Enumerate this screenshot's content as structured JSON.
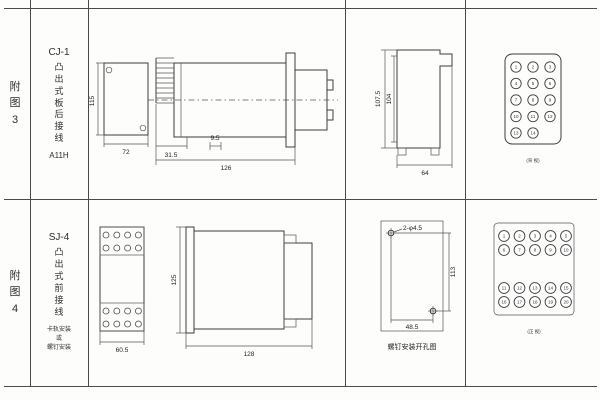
{
  "figure3": {
    "index": "附\n图\n3",
    "model": "CJ-1",
    "desc": "凸\n出\n式\n板\n后\n接\n线",
    "code": "A11H",
    "front_view": {
      "height": "115",
      "width": "72"
    },
    "side_view": {
      "pin_depth": "31.5",
      "flange": "9.5",
      "length": "126"
    },
    "panel_view": {
      "outer_height": "107.5",
      "inner_height": "104",
      "width": "64"
    },
    "terminal_view": {
      "label": "(背 视)",
      "rows": [
        [
          "1",
          "2",
          "3"
        ],
        [
          "4",
          "5",
          "6"
        ],
        [
          "7",
          "8",
          "9"
        ],
        [
          "10",
          "11",
          "12"
        ],
        [
          "13",
          "14"
        ]
      ]
    }
  },
  "figure4": {
    "index": "附\n图\n4",
    "model": "SJ-4",
    "desc": "凸\n出\n式\n前\n接\n线",
    "mount": "卡轨安装\n或\n螺钉安装",
    "front_view": {
      "width": "60.5",
      "screw_rows": [
        [
          "",
          "",
          "",
          ""
        ],
        [
          "",
          "",
          "",
          ""
        ]
      ]
    },
    "side_view": {
      "height": "125",
      "length": "128"
    },
    "drill_view": {
      "holes": "2-φ4.5",
      "height": "113",
      "width": "48.5",
      "caption": "螺钉安装开孔图"
    },
    "terminal_view": {
      "label": "(正 视)",
      "top_rows": [
        [
          "1",
          "2",
          "3",
          "4",
          "5"
        ],
        [
          "6",
          "7",
          "8",
          "9",
          "10"
        ]
      ],
      "bottom_rows": [
        [
          "11",
          "12",
          "13",
          "14",
          "15"
        ],
        [
          "16",
          "17",
          "18",
          "19",
          "20"
        ]
      ]
    }
  }
}
